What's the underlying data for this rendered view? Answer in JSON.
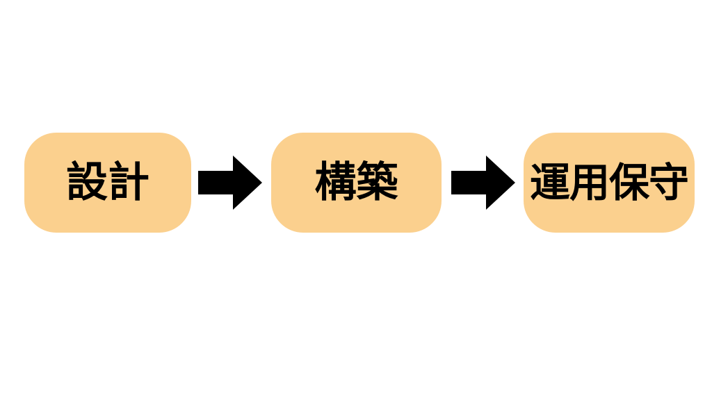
{
  "diagram": {
    "type": "process-flow",
    "orientation": "horizontal",
    "background_color": "#ffffff",
    "node_fill_color": "#fbd08e",
    "node_text_color": "#000000",
    "arrow_color": "#000000",
    "nodes": [
      {
        "id": "node-1",
        "label": "設計"
      },
      {
        "id": "node-2",
        "label": "構築"
      },
      {
        "id": "node-3",
        "label": "運用保守"
      }
    ],
    "connectors": [
      {
        "id": "arrow-1",
        "icon": "right-arrow-icon",
        "from": "node-1",
        "to": "node-2"
      },
      {
        "id": "arrow-2",
        "icon": "right-arrow-icon",
        "from": "node-2",
        "to": "node-3"
      }
    ]
  }
}
